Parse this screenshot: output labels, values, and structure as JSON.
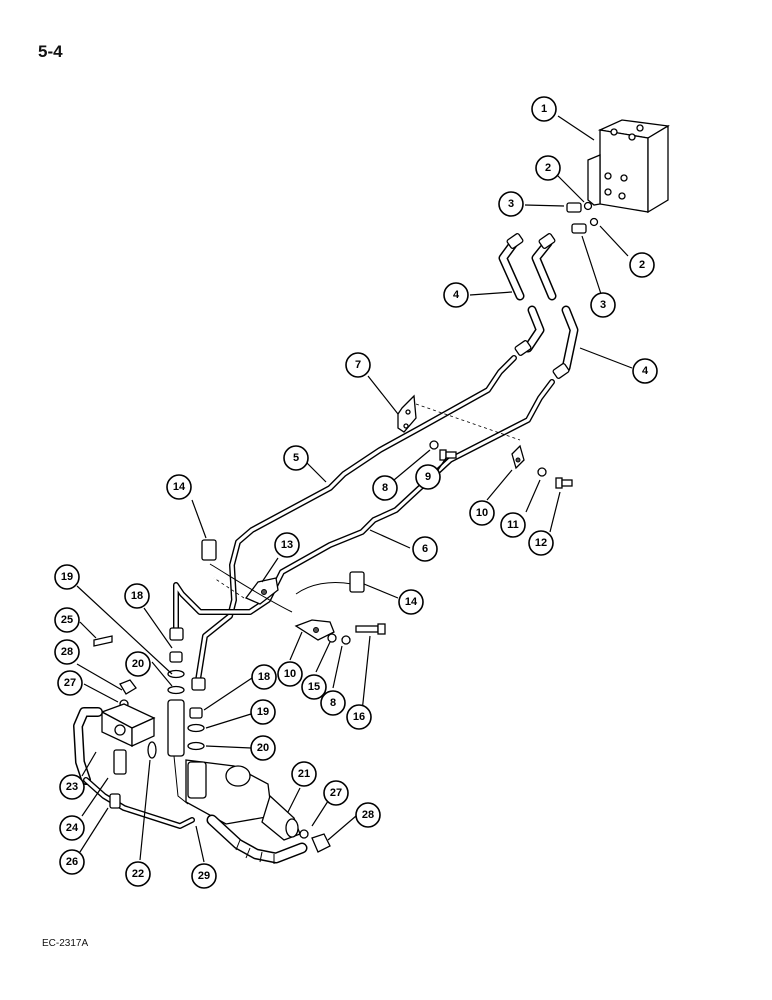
{
  "page_number": "5-4",
  "drawing_code": "EC-2317A",
  "callouts": [
    "1",
    "2",
    "2",
    "3",
    "3",
    "4",
    "4",
    "7",
    "5",
    "8",
    "9",
    "10",
    "11",
    "12",
    "6",
    "14",
    "13",
    "14",
    "19",
    "18",
    "25",
    "28",
    "20",
    "10",
    "15",
    "8",
    "16",
    "27",
    "18",
    "19",
    "20",
    "23",
    "21",
    "27",
    "28",
    "24",
    "26",
    "22",
    "29"
  ]
}
